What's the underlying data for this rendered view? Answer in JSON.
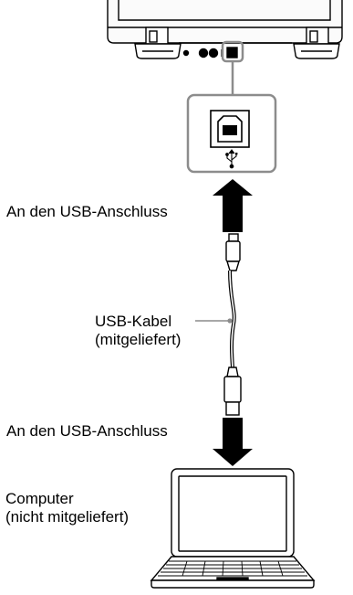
{
  "labels": {
    "usb_port_top": "An den USB-Anschluss",
    "usb_port_bottom": "An den USB-Anschluss",
    "cable_line1": "USB-Kabel",
    "cable_line2": "(mitgeliefert)",
    "computer_line1": "Computer",
    "computer_line2": "(nicht mitgeliefert)"
  },
  "colors": {
    "line": "#000000",
    "device_fill": "#f2f2f2",
    "callout_border": "#8c8c8c",
    "leader": "#8c8c8c",
    "arrow": "#000000"
  },
  "icons": [
    "turntable-device",
    "usb-b-port-icon",
    "usb-symbol-icon",
    "usb-cable",
    "laptop-computer",
    "arrow-up-icon",
    "arrow-down-icon"
  ]
}
